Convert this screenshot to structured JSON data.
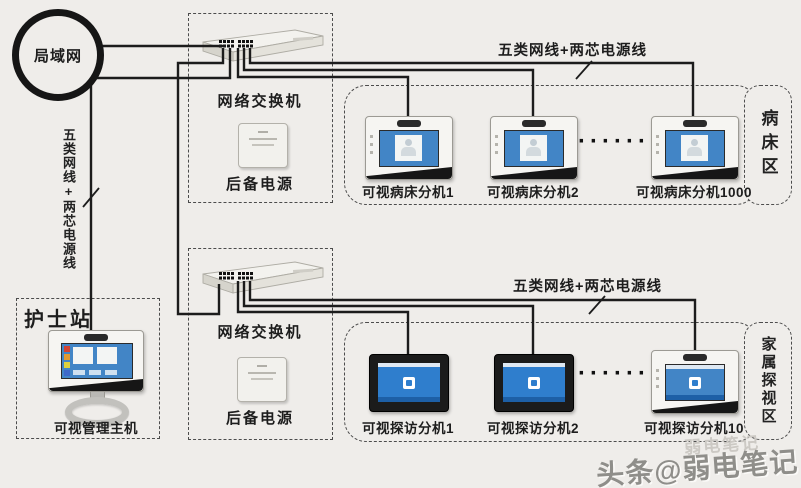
{
  "diagram": {
    "lan_label": "局域网",
    "left_cable_label": "五类网线+两芯电源线",
    "top_cable_label": "五类网线+两芯电源线",
    "bottom_cable_label": "五类网线+两芯电源线",
    "switch_top": {
      "name": "网络交换机",
      "backup": "后备电源"
    },
    "switch_bottom": {
      "name": "网络交换机",
      "backup": "后备电源"
    },
    "nurse_station": {
      "title": "护士站",
      "host": "可视管理主机"
    },
    "bed_zone": {
      "tab": "病床区",
      "ellipsis": "······",
      "devices": [
        {
          "label": "可视病床分机1"
        },
        {
          "label": "可视病床分机2"
        },
        {
          "label": "可视病床分机1000"
        }
      ]
    },
    "visit_zone": {
      "tab": "家属探视区",
      "ellipsis": "······",
      "devices": [
        {
          "label": "可视探访分机1"
        },
        {
          "label": "可视探访分机2"
        },
        {
          "label": "可视探访分机10"
        }
      ]
    },
    "watermark": {
      "main": "头条@弱电笔记",
      "ghost": "弱电笔记"
    }
  },
  "colors": {
    "background": "#efedea",
    "wire": "#1c1c1c",
    "dash_border": "#4c4c4c",
    "screen_blue": "#4285c6",
    "tablet_blue": "#2f7ecd",
    "device_body": "#f6f5f2",
    "bezel_black": "#1b1b1b"
  }
}
